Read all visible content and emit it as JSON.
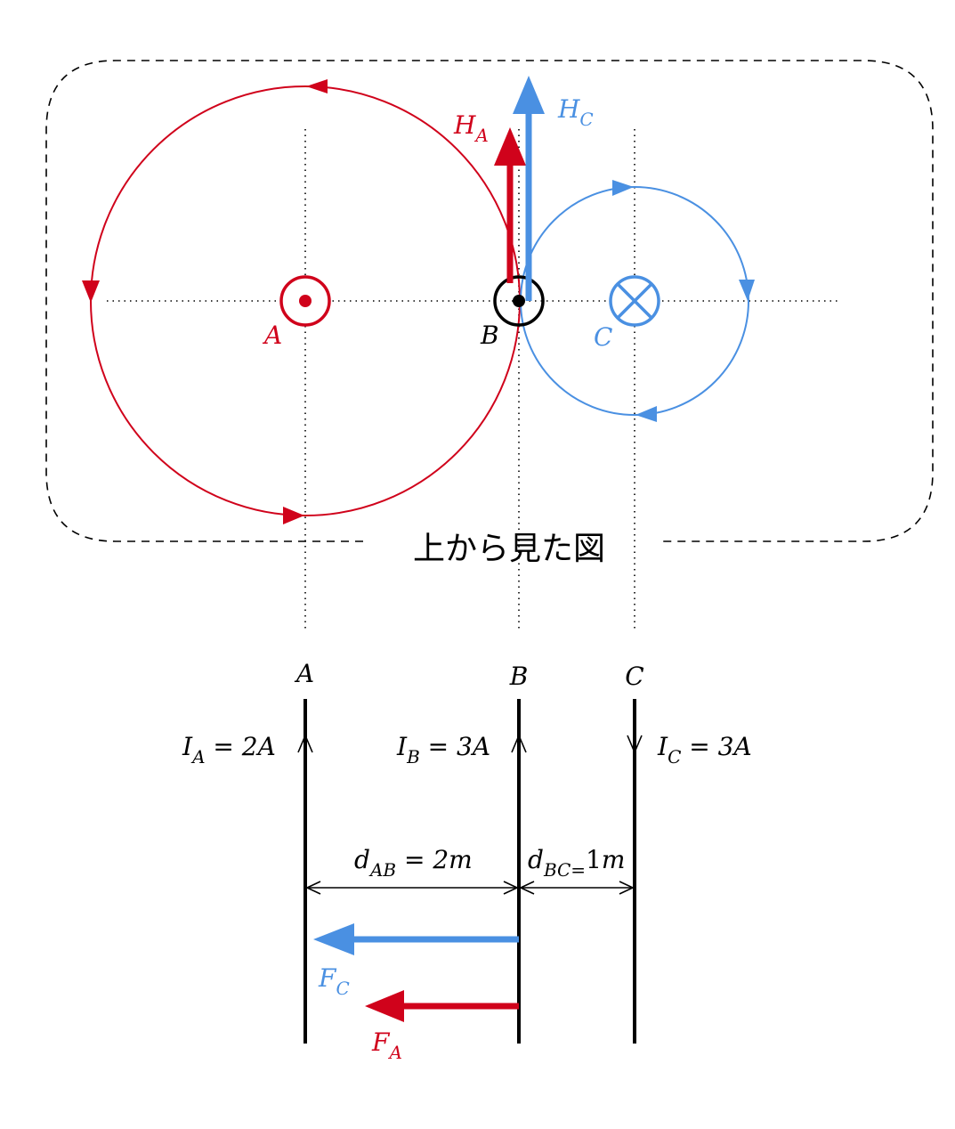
{
  "colors": {
    "red": "#d0021b",
    "blue": "#4a90e2",
    "black": "#000000"
  },
  "top_view": {
    "caption": "上から見た図",
    "label_a": "A",
    "label_b": "B",
    "label_c": "C",
    "field_a": {
      "main": "H",
      "sub": "A"
    },
    "field_c": {
      "main": "H",
      "sub": "C"
    }
  },
  "side_view": {
    "wire_a": "A",
    "wire_b": "B",
    "wire_c": "C",
    "current_a": {
      "main": "I",
      "sub": "A",
      "rest": " = 2A"
    },
    "current_b": {
      "main": "I",
      "sub": "B",
      "rest": " = 3A"
    },
    "current_c": {
      "main": "I",
      "sub": "C",
      "rest": " = 3A"
    },
    "dist_ab": {
      "main": "d",
      "sub": "AB",
      "rest": " = 2m"
    },
    "dist_bc": {
      "main": "d",
      "sub": "BC=",
      "rest_num": "1",
      "rest_unit": "m"
    },
    "force_c": {
      "main": "F",
      "sub": "C"
    },
    "force_a": {
      "main": "F",
      "sub": "A"
    }
  }
}
